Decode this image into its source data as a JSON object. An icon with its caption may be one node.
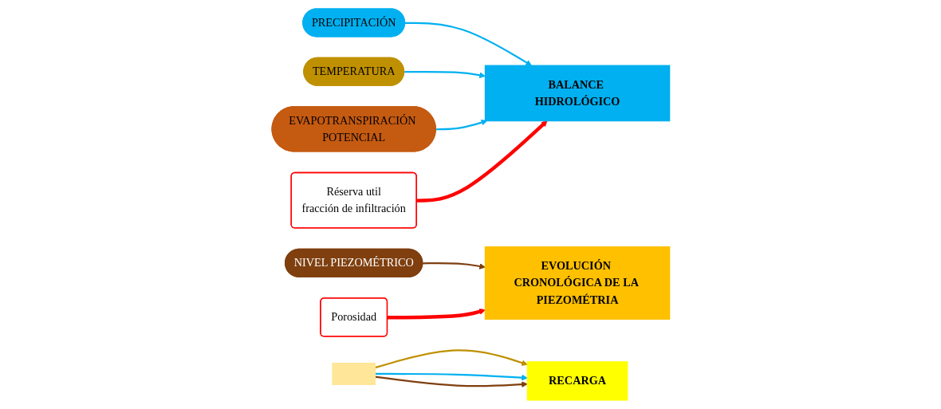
{
  "diagram": {
    "nodes": [
      {
        "text": [
          "PRECIPITACIÓN"
        ]
      },
      {
        "text": [
          "TEMPERATURA"
        ]
      },
      {
        "text": [
          "EVAPOTRANSPIRACIÓN POTENCIAL"
        ]
      },
      {
        "text": [
          "Réserva util",
          "fracción de infiltración"
        ]
      },
      {
        "text": [
          "RECARGA"
        ]
      },
      {
        "text": [
          "NIVEL PIEZOMÉTRICO"
        ]
      },
      {
        "text": [
          "BALANCE HIDROLÓGICO"
        ]
      },
      {
        "text": [],
        "shape": "box"
      },
      {
        "text": [
          "EVOLUCIÓN CRONOLÓGICA DE LA PIEZOMÉTRIA"
        ]
      },
      {
        "text": [
          "Porosidad"
        ]
      }
    ],
    "edges": [
      {
        "from": 0,
        "to": 6,
        "arrow": "to"
      },
      {
        "from": 1,
        "to": 6,
        "arrow": "to"
      },
      {
        "from": 2,
        "to": 6,
        "arrow": "to"
      },
      {
        "from": 3,
        "to": 6,
        "arrow": "to",
        "style": "thick",
        "color": "#ff0000"
      },
      {
        "from": 7,
        "to": 4,
        "arrow": "to",
        "color": "#bf9000"
      },
      {
        "from": 7,
        "to": 4,
        "arrow": "to"
      },
      {
        "from": 7,
        "to": 4,
        "arrow": "to",
        "color": "#7f3f0f"
      },
      {
        "from": 5,
        "to": 8,
        "arrow": "to",
        "color": "#7f3f0f"
      },
      {
        "from": 9,
        "to": 8,
        "arrow": "to",
        "style": "thick",
        "color": "#ff0000"
      }
    ]
  }
}
